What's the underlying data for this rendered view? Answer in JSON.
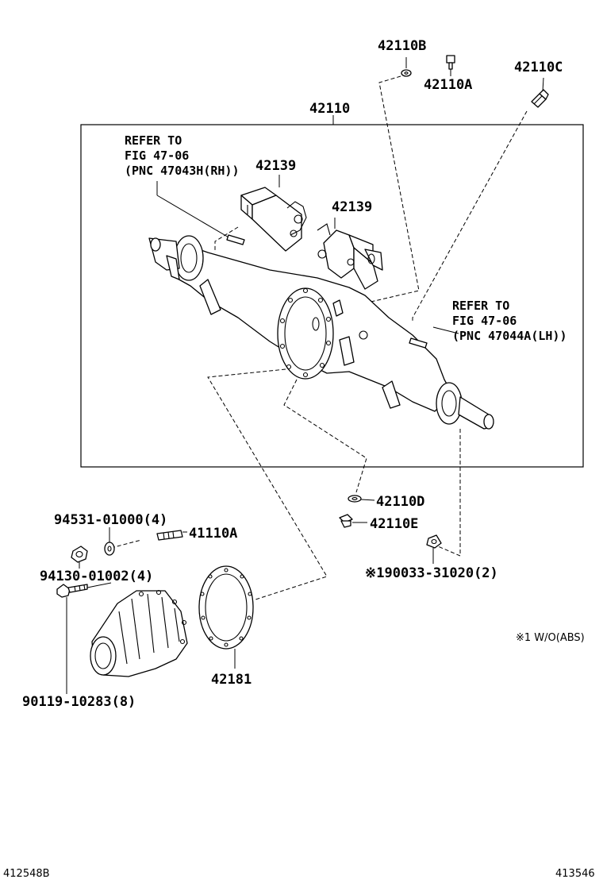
{
  "labels": {
    "p42110b": "42110B",
    "p42110a": "42110A",
    "p42110c": "42110C",
    "p42110": "42110",
    "p42139_1": "42139",
    "p42139_2": "42139",
    "p42110d": "42110D",
    "p42110e": "42110E",
    "p190033": "※190033-31020(2)",
    "p94531": "94531-01000(4)",
    "p41110a": "41110A",
    "p94130": "94130-01002(4)",
    "p90119": "90119-10283(8)",
    "p42181": "42181"
  },
  "refer_rh": {
    "line1": "REFER TO",
    "line2": "FIG 47-06",
    "line3": "(PNC 47043H(RH))"
  },
  "refer_lh": {
    "line1": "REFER TO",
    "line2": "FIG 47-06",
    "line3": "(PNC 47044A(LH))"
  },
  "footnote": "※1 W/O(ABS)",
  "footer": {
    "left_code": "412548B",
    "right_code": "413546"
  }
}
